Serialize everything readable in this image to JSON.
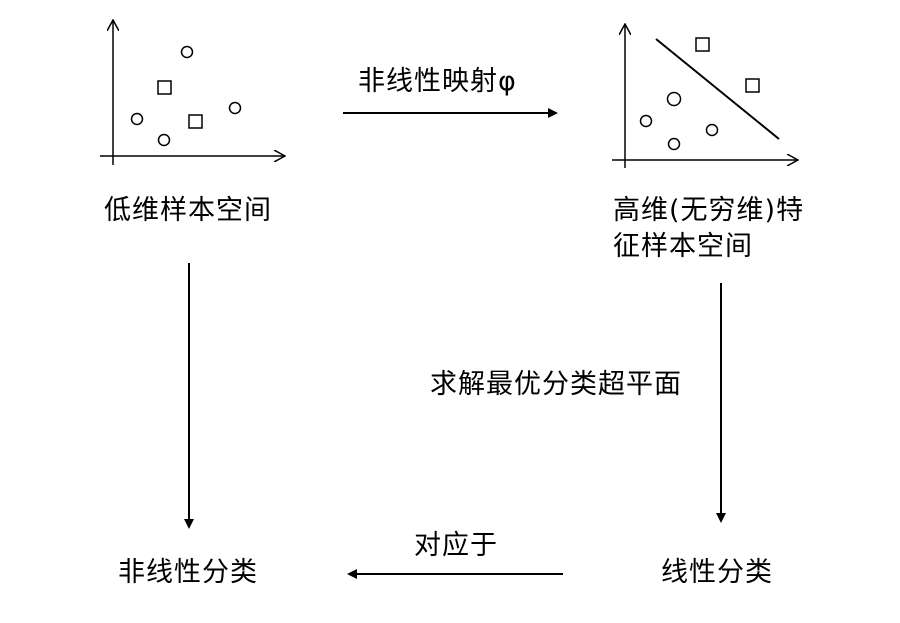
{
  "low_space": {
    "label": "低维样本空间"
  },
  "high_space": {
    "label_line1": "高维(无穷维)特",
    "label_line2": "征样本空间"
  },
  "arrows": {
    "mapping_label": "非线性映射φ",
    "solve_label": "求解最优分类超平面",
    "correspond_label": "对应于"
  },
  "results": {
    "nonlinear_label": "非线性分类",
    "linear_label": "线性分类"
  }
}
